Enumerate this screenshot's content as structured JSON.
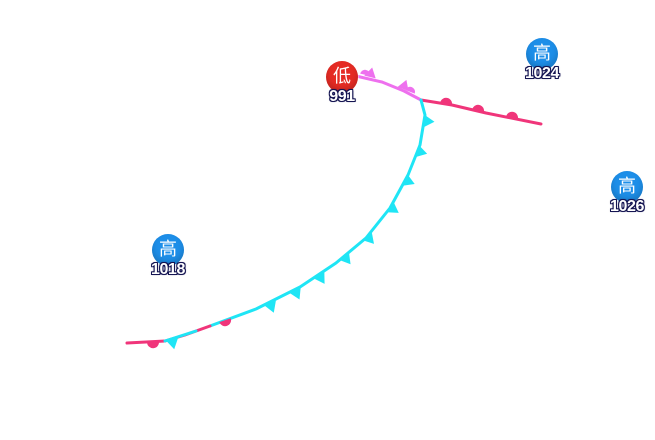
{
  "map": {
    "pressure_centers": [
      {
        "type": "high",
        "label": "高",
        "value": "1024",
        "color": "#1d8ee8"
      },
      {
        "type": "low",
        "label": "低",
        "value": "991",
        "color": "#e52b24"
      },
      {
        "type": "high",
        "label": "高",
        "value": "1018",
        "color": "#1d8ee8"
      },
      {
        "type": "high",
        "label": "高",
        "value": "1026",
        "color": "#1d8ee8"
      }
    ],
    "fronts": [
      {
        "type": "occluded",
        "color": "#ee70ee"
      },
      {
        "type": "warm",
        "color": "#f0357a"
      },
      {
        "type": "cold",
        "color": "#1fe5f5"
      }
    ]
  }
}
